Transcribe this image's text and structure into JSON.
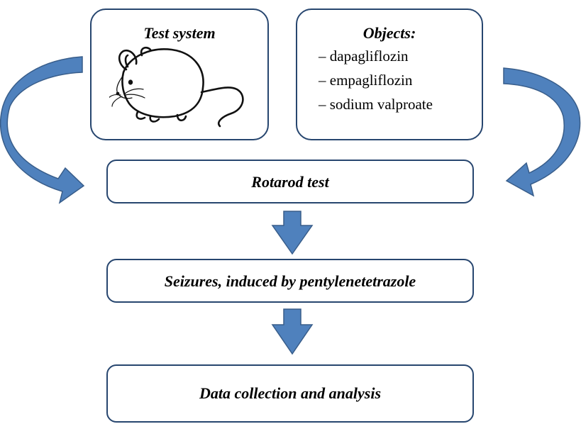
{
  "test_system": {
    "title": "Test system"
  },
  "objects": {
    "title": "Objects:",
    "items": [
      "– dapagliflozin",
      "– empagliflozin",
      "– sodium valproate"
    ]
  },
  "steps": [
    "Rotarod test",
    "Seizures, induced by pentylenetetrazole",
    "Data collection and analysis"
  ],
  "colors": {
    "box_border": "#27466f",
    "arrow_fill": "#4f81bd",
    "arrow_stroke": "#385d8a"
  }
}
